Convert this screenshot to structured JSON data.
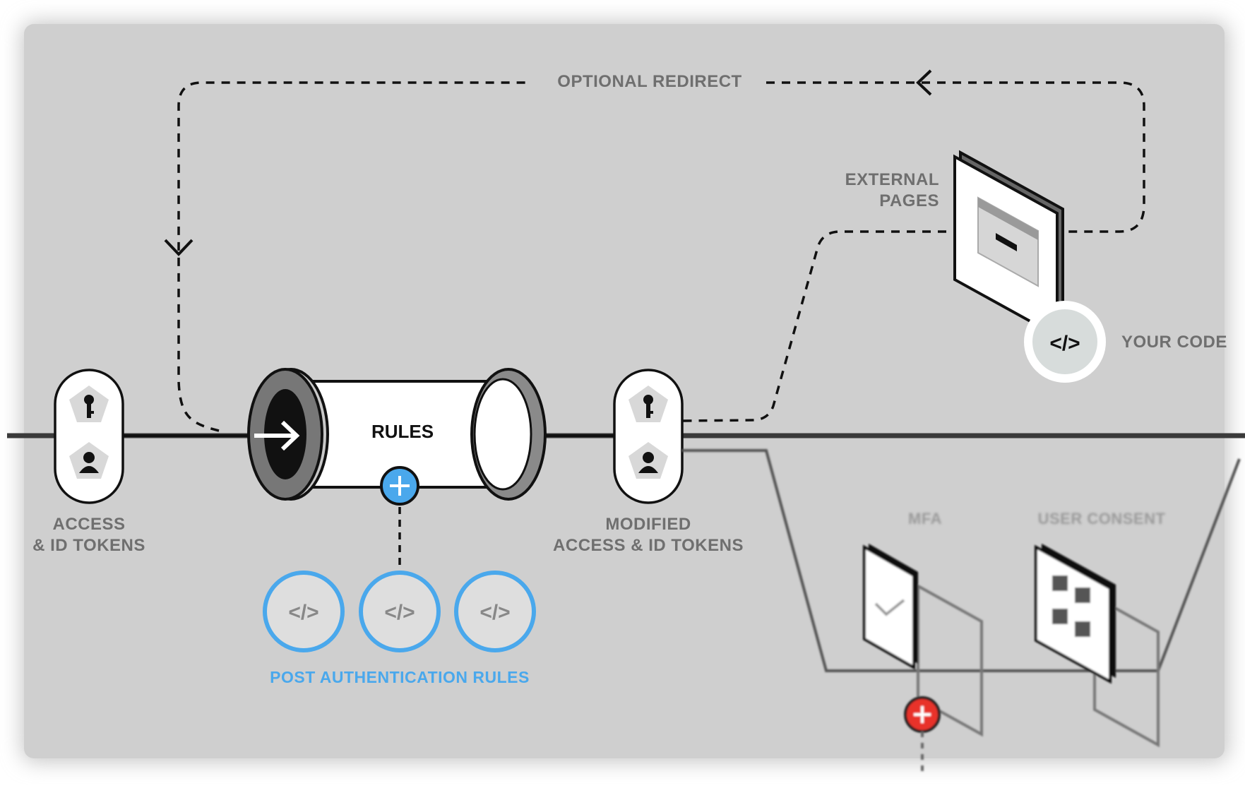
{
  "diagram": {
    "labels": {
      "optional_redirect": "OPTIONAL REDIRECT",
      "external_pages_line1": "EXTERNAL",
      "external_pages_line2": "PAGES",
      "your_code": "YOUR CODE",
      "rules": "RULES",
      "tokens_line1": "ACCESS",
      "tokens_line2": "& ID TOKENS",
      "modified_line1": "MODIFIED",
      "modified_line2": "ACCESS & ID TOKENS",
      "post_auth_rules": "POST AUTHENTICATION RULES",
      "mfa": "MFA",
      "user_consent": "USER CONSENT"
    },
    "code_glyph": "</>",
    "icons": [
      "key-icon",
      "user-icon",
      "arrow-right-icon",
      "plus-icon",
      "code-icon",
      "browser-window-icon",
      "phone-check-icon",
      "qr-code-icon"
    ],
    "colors": {
      "background": "#cfcfcf",
      "accent_blue": "#4aa8ec",
      "label_gray": "#6f6f6f",
      "alert_red": "#e8322a",
      "line_dark": "#222222"
    }
  }
}
